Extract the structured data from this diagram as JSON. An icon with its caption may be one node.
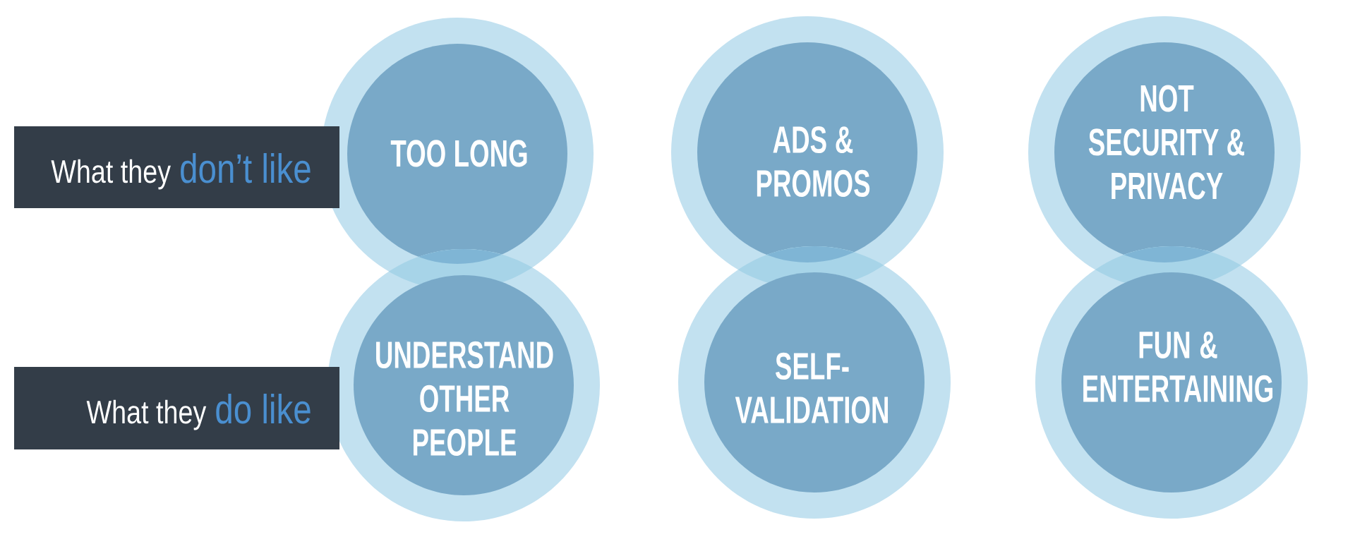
{
  "diagram": {
    "nodes": [
      {
        "text": [
          "What they",
          "don’t like"
        ]
      },
      {
        "text": [
          "TOO LONG"
        ]
      },
      {
        "text": [
          "ADS & PROMOS"
        ]
      },
      {
        "text": [
          "NOT SECURITY & PRIVACY"
        ]
      },
      {
        "text": [
          "What they",
          "do like"
        ]
      },
      {
        "text": [
          "UNDERSTAND OTHER PEOPLE"
        ]
      },
      {
        "text": [
          "SELF-VALIDATION"
        ]
      },
      {
        "text": [
          "FUN & ENTERTAINING"
        ]
      }
    ]
  }
}
